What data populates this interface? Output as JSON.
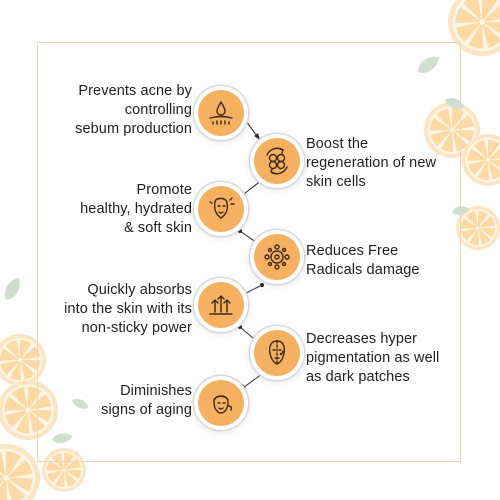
{
  "benefits": [
    {
      "icon": "acne-drop-icon",
      "side": "left",
      "lines": [
        "Prevents acne by",
        "controlling",
        "sebum production"
      ]
    },
    {
      "icon": "cell-regeneration-icon",
      "side": "right",
      "lines": [
        "Boost the",
        "regeneration of new",
        "skin cells"
      ]
    },
    {
      "icon": "hydrated-face-icon",
      "side": "left",
      "lines": [
        "Promote",
        "healthy, hydrated",
        "& soft skin"
      ]
    },
    {
      "icon": "free-radicals-icon",
      "side": "right",
      "lines": [
        "Reduces Free",
        "Radicals damage"
      ]
    },
    {
      "icon": "absorb-arrows-icon",
      "side": "left",
      "lines": [
        "Quickly absorbs",
        "into the skin with its",
        "non-sticky power"
      ]
    },
    {
      "icon": "pigmentation-face-icon",
      "side": "right",
      "lines": [
        "Decreases hyper",
        "pigmentation as well",
        "as dark patches"
      ]
    },
    {
      "icon": "anti-aging-face-icon",
      "side": "left",
      "lines": [
        "Diminishes",
        "signs of aging"
      ]
    }
  ],
  "colors": {
    "icon_fill": "#f6b160",
    "frame_border": "#ead7b8",
    "orange_slice": "#fde3bd",
    "leaf": "#cfe0cf",
    "text": "#1f1f1f"
  }
}
